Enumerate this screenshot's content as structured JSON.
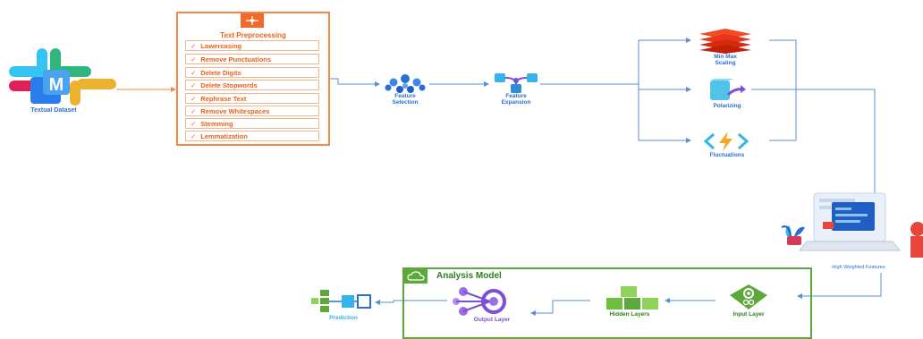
{
  "dataset": {
    "label": "Textual Dataset"
  },
  "preprocessing": {
    "title": "Text Preprocessing",
    "steps": [
      "Lowercasing",
      "Remove Punctuations",
      "Delete Digits",
      "Delete Stopwords",
      "Rephrase Text",
      "Remove Whitespaces",
      "Stemming",
      "Lemmatization"
    ]
  },
  "feature_selection": {
    "label_1": "Feature",
    "label_2": "Selection"
  },
  "feature_expansion": {
    "label_1": "Feature",
    "label_2": "Expansion"
  },
  "min_max": {
    "label_1": "Min Max",
    "label_2": "Scaling"
  },
  "polarizing": {
    "label": "Polarizing"
  },
  "fluctuations": {
    "label": "Fluctuations"
  },
  "high_weighted": {
    "label": "High Weighted Features"
  },
  "analysis_model": {
    "title": "Analysis Model"
  },
  "input_layer": {
    "label": "Input Layer"
  },
  "hidden_layers": {
    "label": "Hidden Layers"
  },
  "output_layer": {
    "label": "Output Layer"
  },
  "prediction": {
    "label": "Prediction"
  },
  "colors": {
    "orange": "#f08a45",
    "blue": "#2b6fd6",
    "green": "#5ca83a",
    "line": "#5b8fd6"
  },
  "icons": {
    "dataset": "slack-logo-icon",
    "preprocess": "arrows-icon",
    "selection": "cluster-icon",
    "expansion": "branch-icon",
    "minmax": "stack-layers-icon",
    "polar": "cube-arrow-icon",
    "fluct": "lightning-brackets-icon",
    "laptop": "laptop-person-icon",
    "input": "gear-cube-icon",
    "hidden": "cubes-icon",
    "output": "network-icon",
    "prediction": "flowchart-icon"
  }
}
